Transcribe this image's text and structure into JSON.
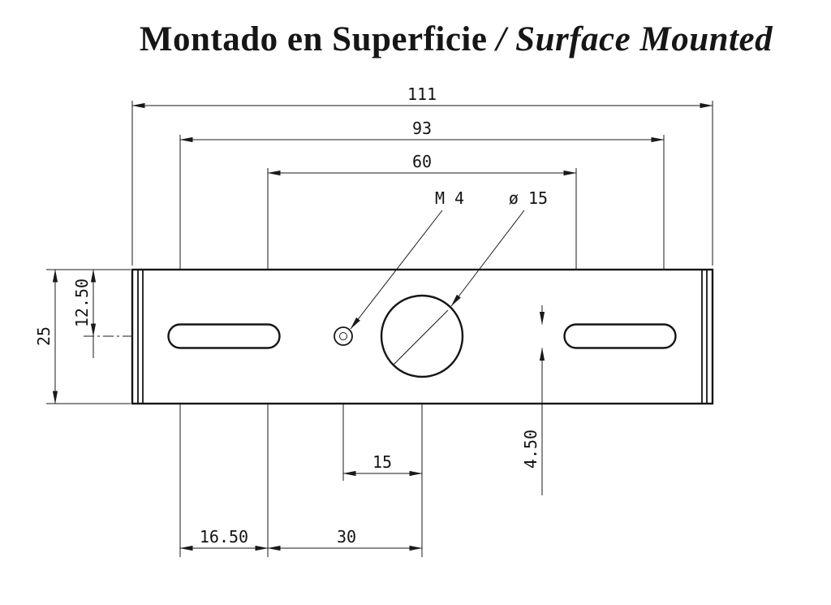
{
  "title": {
    "es": "Montado en Superficie",
    "en": "/ Surface Mounted"
  },
  "dimensions": {
    "total_width": "111",
    "slot_outer_span": "93",
    "slot_inner_span": "60",
    "plate_height": "25",
    "center_height": "12.50",
    "slot_width": "4.50",
    "hole_to_hole": "15",
    "slot_length": "16.50",
    "center_offset": "30",
    "thread": "M 4",
    "diameter": "ø 15"
  }
}
